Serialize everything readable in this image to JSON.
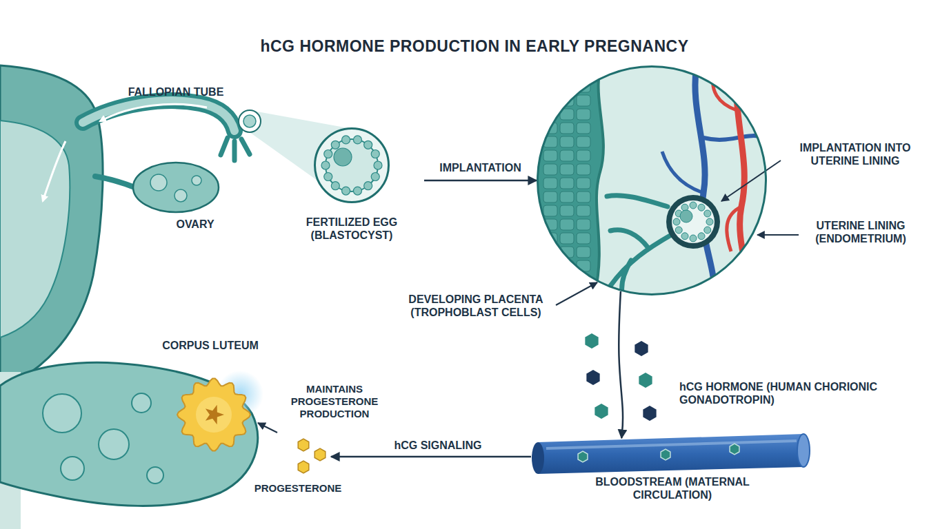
{
  "diagram": {
    "title": "hCG HORMONE PRODUCTION IN EARLY PREGNANCY",
    "nodes": [
      {
        "text": [
          "FERTILIZED EGG (BLASTOCYST)"
        ]
      },
      {
        "text": [
          "IMPLANTATION INTO UTERINE LINING",
          "UTERINE LINING (ENDOMETRIUM)",
          "DEVELOPING PLACENTA (TROPHOBLAST CELLS)"
        ]
      },
      {
        "text": [
          "BLOODSTREAM (MATERNAL CIRCULATION)"
        ]
      },
      {
        "text": [
          "CORPUS LUTEUM"
        ]
      }
    ],
    "edges": [
      {
        "from": 0,
        "to": 1,
        "arrow": "to",
        "label": "IMPLANTATION"
      },
      {
        "from": 1,
        "to": 2,
        "arrow": "to"
      },
      {
        "from": 2,
        "to": 3,
        "arrow": "to",
        "label": "hCG SIGNALING"
      }
    ],
    "labels": [
      "FALLOPIAN TUBE",
      "OVARY",
      "hCG HORMONE (HUMAN CHORIONIC GONADOTROPIN)",
      "MAINTAINS PROGESTERONE PRODUCTION",
      "PROGESTERONE"
    ]
  }
}
